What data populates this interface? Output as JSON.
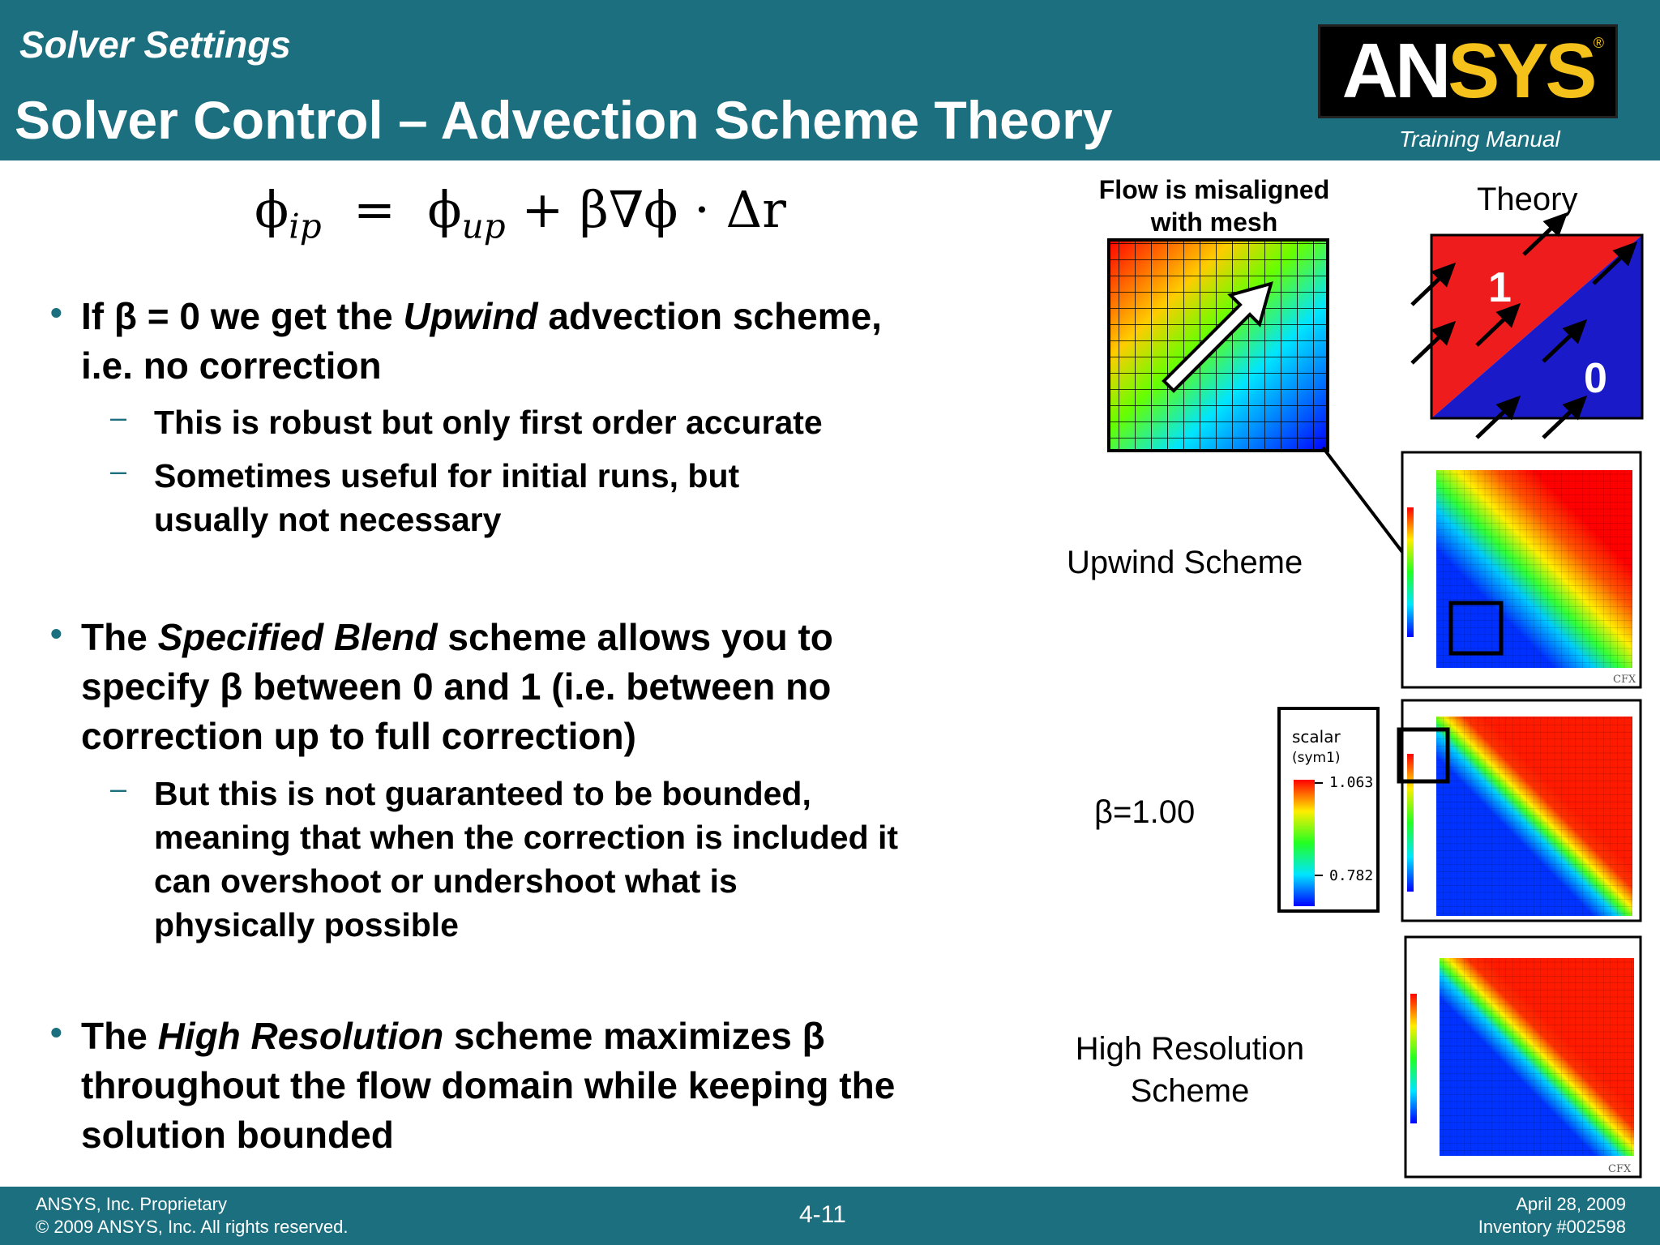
{
  "header": {
    "subtitle": "Solver Settings",
    "title": "Solver Control – Advection Scheme Theory",
    "logo": "ANSYS",
    "training": "Training Manual"
  },
  "equation": {
    "lhs": "ϕ",
    "lhs_sub": "ip",
    "eq": "=",
    "rhs_phi": "ϕ",
    "rhs_sub": "up",
    "rhs_rest": "+ β∇ϕ · Δr"
  },
  "bullets": [
    {
      "pre": "If ",
      "beta": "β",
      "mid": " = 0 we get the ",
      "em": "Upwind",
      "post": " advection scheme, i.e. no correction",
      "subs": [
        "This is robust but only first order accurate",
        "Sometimes useful for initial runs, but usually not necessary"
      ]
    },
    {
      "pre": "The ",
      "em": "Specified Blend",
      "post": " scheme allows you to specify β between 0 and 1 (i.e. between no correction up to full correction)",
      "subs": [
        "But this is not guaranteed to be bounded, meaning that when the correction is included it can overshoot or undershoot what is physically possible"
      ]
    },
    {
      "pre": "The ",
      "em": "High Resolution",
      "post": " scheme maximizes β throughout the flow domain while keeping the solution bounded",
      "subs": []
    }
  ],
  "figures": {
    "flow_label_1": "Flow is misaligned",
    "flow_label_2": "with mesh",
    "theory_label": "Theory",
    "theory_one": "1",
    "theory_zero": "0",
    "upwind_label": "Upwind Scheme",
    "beta_label": "β=1.00",
    "high_res_line1": "High Resolution",
    "high_res_line2": "Scheme",
    "legend_title": "scalar",
    "legend_sub": "(sym1)",
    "legend_max": "1.063",
    "legend_min": "0.782",
    "cfx_tag": "CFX"
  },
  "footer": {
    "line1": "ANSYS, Inc. Proprietary",
    "line2": "© 2009 ANSYS, Inc.  All rights reserved.",
    "page": "4-11",
    "date": "April 28, 2009",
    "inventory": "Inventory #002598"
  },
  "colors": {
    "header_bg": "#1b6f7e",
    "theory_red": "#ee1c1c",
    "theory_blue": "#1a1ac8",
    "logo_yellow": "#f4c21a"
  }
}
